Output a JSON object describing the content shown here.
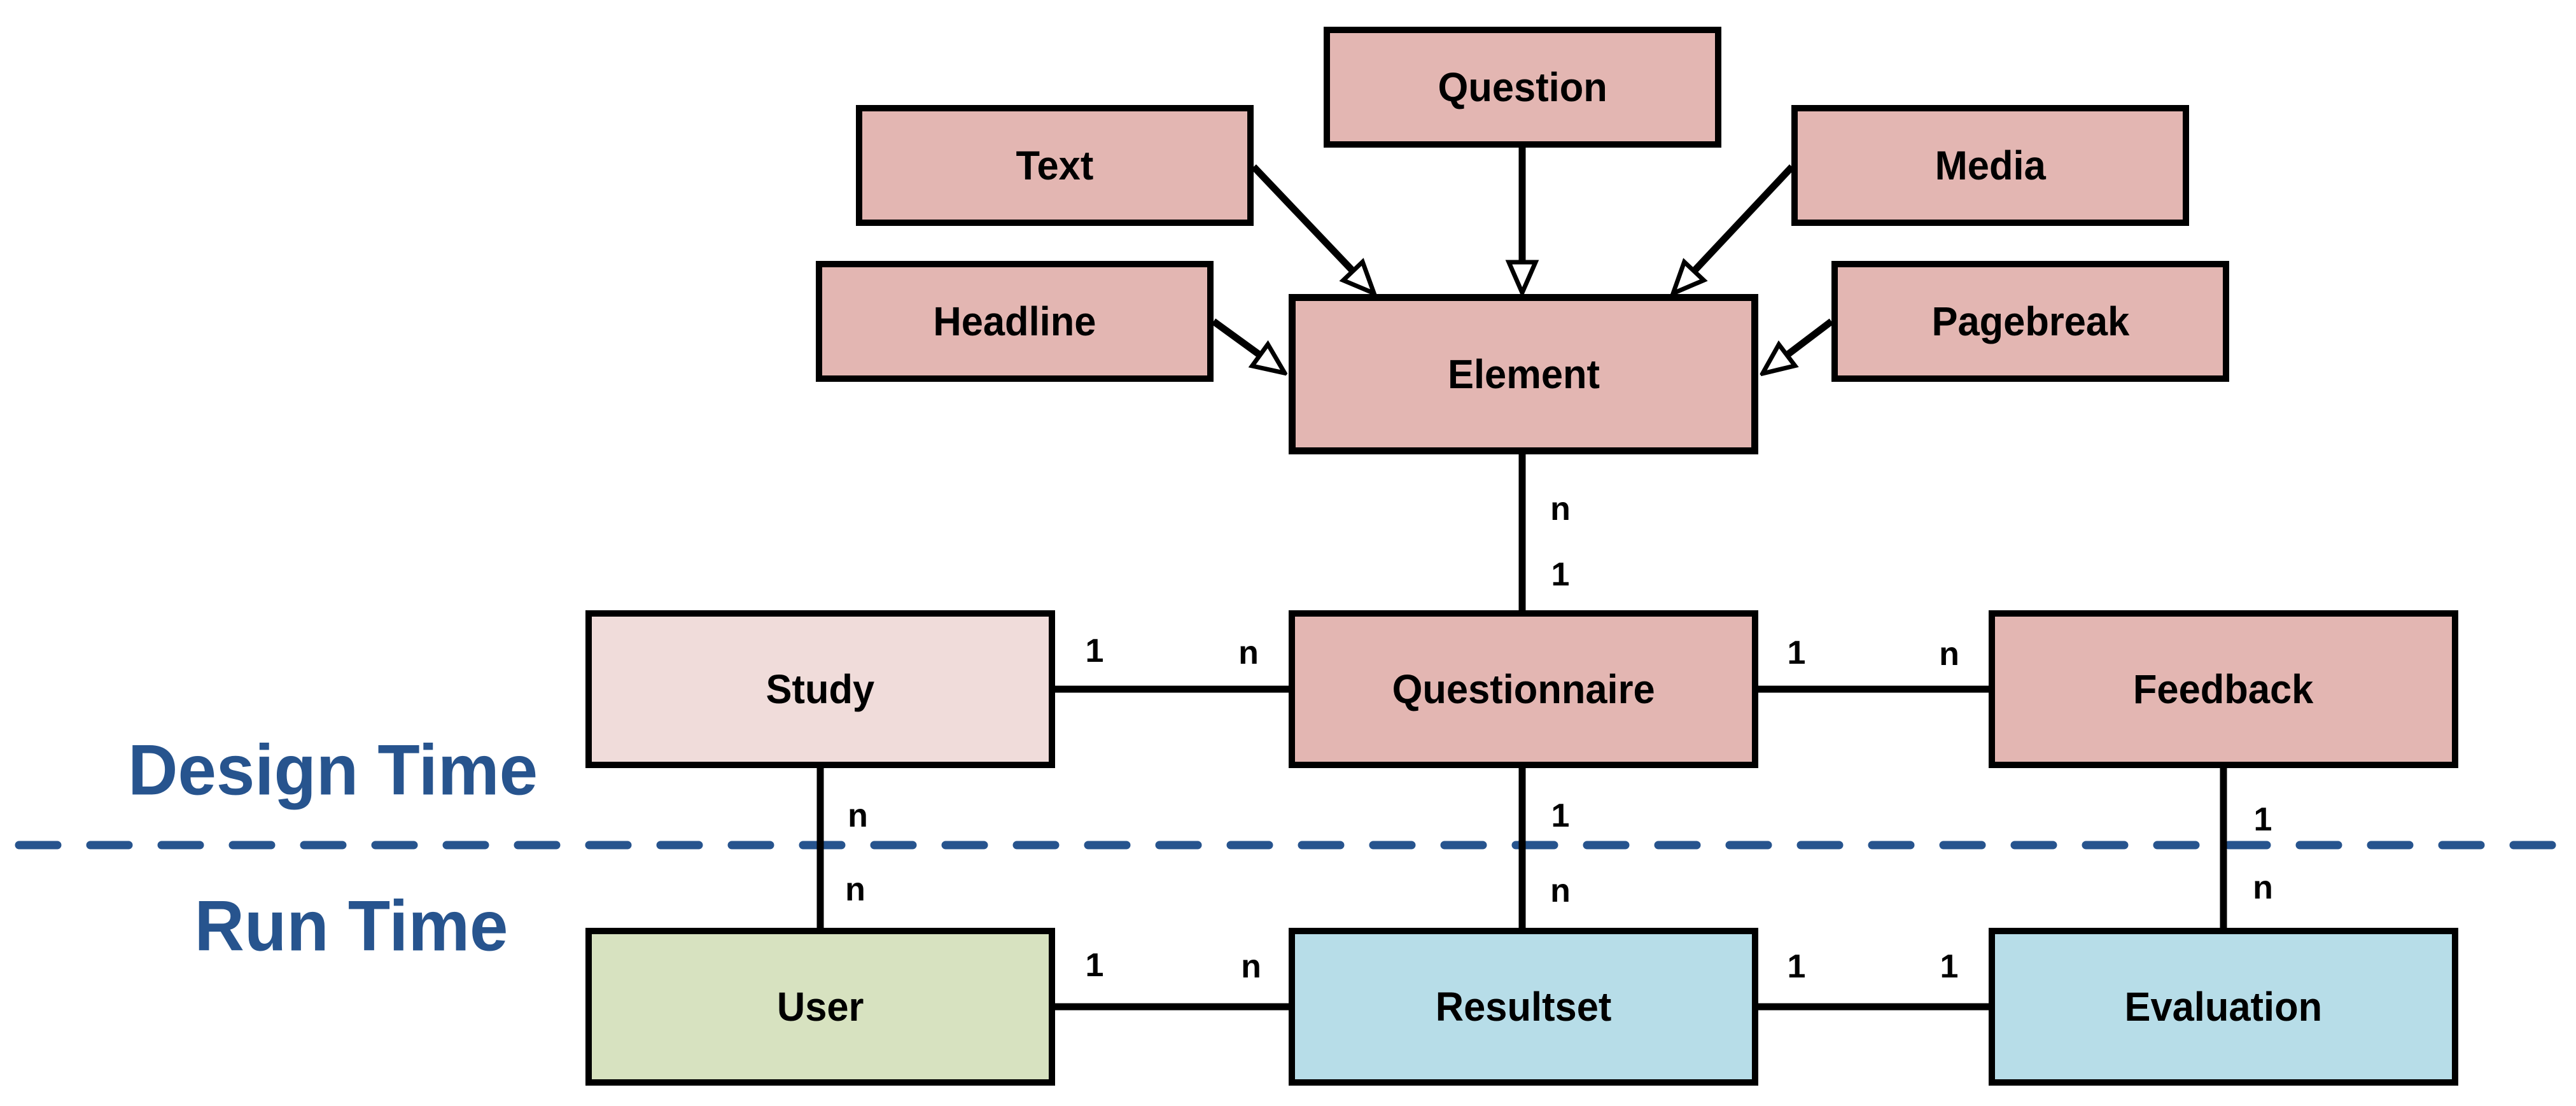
{
  "diagram": {
    "zones": {
      "design_time": "Design Time",
      "run_time": "Run Time"
    },
    "entities": {
      "question": {
        "label": "Question"
      },
      "text": {
        "label": "Text"
      },
      "media": {
        "label": "Media"
      },
      "headline": {
        "label": "Headline"
      },
      "pagebreak": {
        "label": "Pagebreak"
      },
      "element": {
        "label": "Element"
      },
      "study": {
        "label": "Study"
      },
      "questionnaire": {
        "label": "Questionnaire"
      },
      "feedback": {
        "label": "Feedback"
      },
      "user": {
        "label": "User"
      },
      "resultset": {
        "label": "Resultset"
      },
      "evaluation": {
        "label": "Evaluation"
      }
    },
    "cardinalities": {
      "element_questionnaire_top": "n",
      "element_questionnaire_bottom": "1",
      "study_questionnaire_left": "1",
      "study_questionnaire_right": "n",
      "questionnaire_feedback_left": "1",
      "questionnaire_feedback_right": "n",
      "study_user_top": "n",
      "study_user_bottom": "n",
      "questionnaire_resultset_top": "1",
      "questionnaire_resultset_bottom": "n",
      "feedback_evaluation_top": "1",
      "feedback_evaluation_bottom": "n",
      "user_resultset_left": "1",
      "user_resultset_right": "n",
      "resultset_evaluation_left": "1",
      "resultset_evaluation_right": "1"
    },
    "colors": {
      "entity_pink": "#e3b6b2",
      "entity_pink_light": "#f0dcda",
      "entity_green": "#d7e2c0",
      "entity_blue": "#b7dde8",
      "border_black": "#000000",
      "divider_blue": "#27548e",
      "zone_label_blue": "#27548e"
    }
  }
}
